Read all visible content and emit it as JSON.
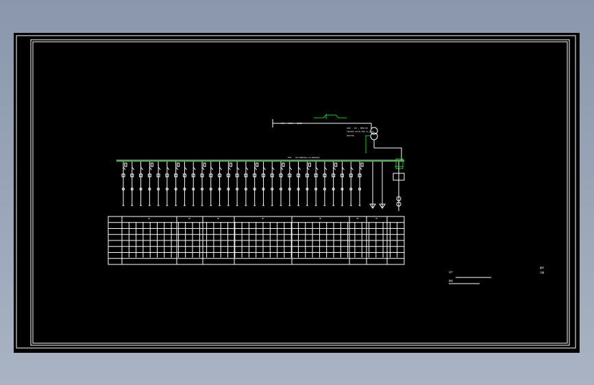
{
  "canvas": {
    "background": "#000000",
    "viewport_background": "#8e9bb0",
    "line_color": "#ffffff",
    "accent_color": "#1ec81e"
  },
  "diagram": {
    "type": "single-line electrical schematic",
    "incoming_label": "YJV - 10kV - 3X50",
    "transformer_label_1": "SCB - 10 - 800/10",
    "transformer_label_2": "10±2X2.5%/0.4kV D,yn11",
    "transformer_label_3": "Uk%=6%",
    "busbar_label": "TMY - 3X(100X10)+2(100X10)",
    "feeder_count": 28,
    "table_rows": 8,
    "table_header_groups": [
      "1P",
      "2P",
      "3P",
      "4P",
      "5P",
      "6P",
      "7P"
    ]
  },
  "title_block": {
    "line1": "设计",
    "line2": "审核",
    "right1": "图号",
    "right2": "日期"
  }
}
